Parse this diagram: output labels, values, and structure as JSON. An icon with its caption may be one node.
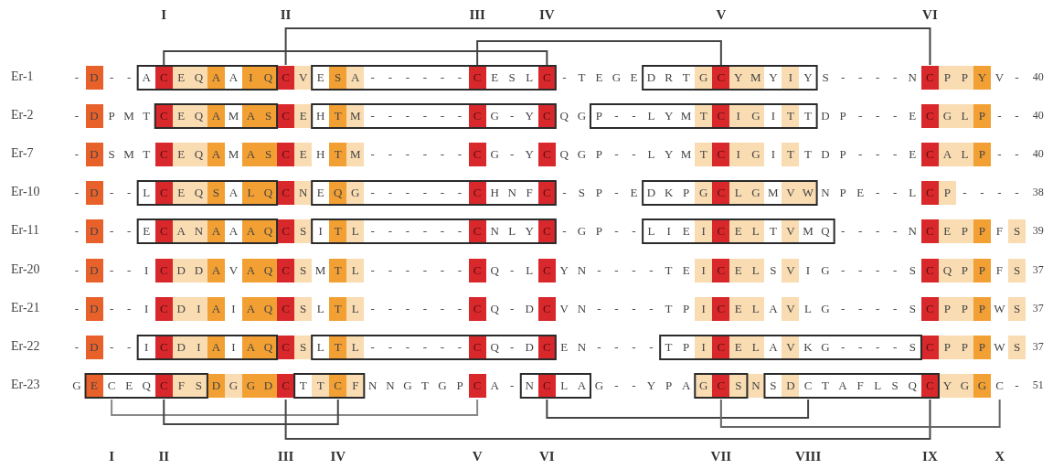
{
  "diagram": {
    "labels": [
      "I",
      "II",
      "III",
      "IV",
      "V",
      "VI",
      "Er-1",
      "- D - - A C E Q A A I Q C V E S A - - - - - - C E S L C - T E G E D R T G C Y M Y I Y S - - - - N C P P Y V -",
      "40",
      "Er-2",
      "- D P M T C E Q A M A S C E H T M - - - - - - C G - Y C Q G P - - L Y M T C I G I T T D P - - - E C G L P - -",
      "40",
      "Er-7",
      "- D S M T C E Q A M A S C E H T M - - - - - - C G - Y C Q G P - - L Y M T C I G I T T D P - - - E C A L P - -",
      "40",
      "Er-10",
      "- D - - L C E Q S A L Q C N E Q G - - - - - - C H N F C - S P - E D K P G C L G M V W N P E - - L C P - - - -",
      "38",
      "Er-11",
      "- D - - E C A N A A A Q C S I T L - - - - - - C N L Y C - G P - - L I E I C E L T V M Q - - - - N C E P P F S",
      "39",
      "Er-20",
      "- D - - I C D D A V A Q C S M T L - - - - - - C Q - L C Y N - - - - T E I C E L S V I G - - - - S C Q P P F S",
      "37",
      "Er-21",
      "- D - - I C D I A I A Q C S L T L - - - - - - C Q - D C V N - - - - T P I C E L A V L G - - - - S C P P P W S",
      "37",
      "Er-22",
      "- D - - I C D I A I A Q C S L T L - - - - - - C Q - D C E N - - - - T P I C E L A V K G - - - - S C P P P W S",
      "37",
      "Er-23",
      "G E C E Q C F S D G G D C T T C F N N G T G P C A - N C L A G - - Y P A G C S N S D C T A F L S Q C Y G G C -",
      "51",
      "I",
      "II",
      "III",
      "IV",
      "V",
      "VI",
      "VII",
      "VIII",
      "IX",
      "X"
    ]
  }
}
